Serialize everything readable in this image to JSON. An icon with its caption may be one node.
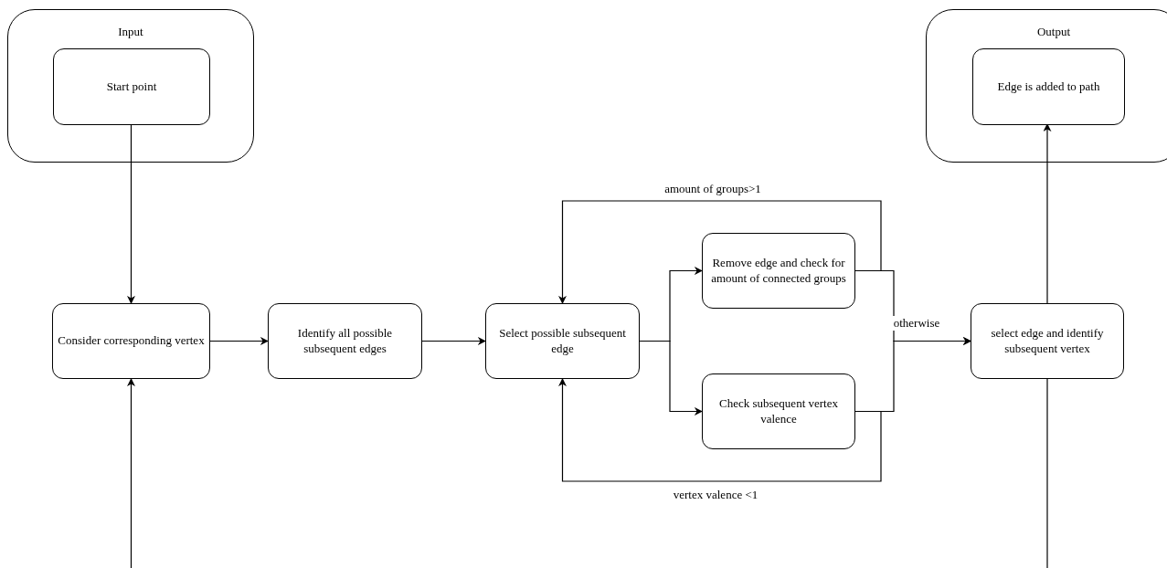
{
  "diagram": {
    "nodes": [
      {
        "text": [
          "Input"
        ]
      },
      {
        "text": [
          "Start point"
        ],
        "in": 0
      },
      {
        "text": [
          "Output"
        ]
      },
      {
        "text": [
          "Edge is added to path"
        ],
        "in": 2
      },
      {
        "text": [
          "Consider corresponding vertex"
        ]
      },
      {
        "text": [
          "Identify all possible subsequent edges"
        ]
      },
      {
        "text": [
          "Select possible subsequent edge"
        ]
      },
      {
        "text": [
          "Remove edge and check for amount of connected groups"
        ]
      },
      {
        "text": [
          "Check subsequent vertex valence"
        ]
      },
      {
        "text": [
          "select edge and identify subsequent vertex"
        ]
      }
    ],
    "edges": [
      {
        "from": 1,
        "to": 4,
        "arrow": "to"
      },
      {
        "from": null,
        "to": 4,
        "arrow": "to"
      },
      {
        "from": 4,
        "to": 5,
        "arrow": "to"
      },
      {
        "from": 5,
        "to": 6,
        "arrow": "to"
      },
      {
        "from": 6,
        "to": 7,
        "arrow": "to"
      },
      {
        "from": 6,
        "to": 8,
        "arrow": "to"
      },
      {
        "from": 7,
        "to": 6,
        "arrow": "to",
        "label": "amount of groups>1"
      },
      {
        "from": 8,
        "to": 6,
        "arrow": "to",
        "label": "vertex valence <1"
      },
      {
        "from": 7,
        "to": 9,
        "arrow": "to",
        "label": "otherwise"
      },
      {
        "from": 8,
        "to": 9,
        "arrow": "to"
      },
      {
        "from": 9,
        "to": 3,
        "arrow": "to"
      },
      {
        "from": 9,
        "to": null,
        "arrow": "none"
      }
    ]
  }
}
